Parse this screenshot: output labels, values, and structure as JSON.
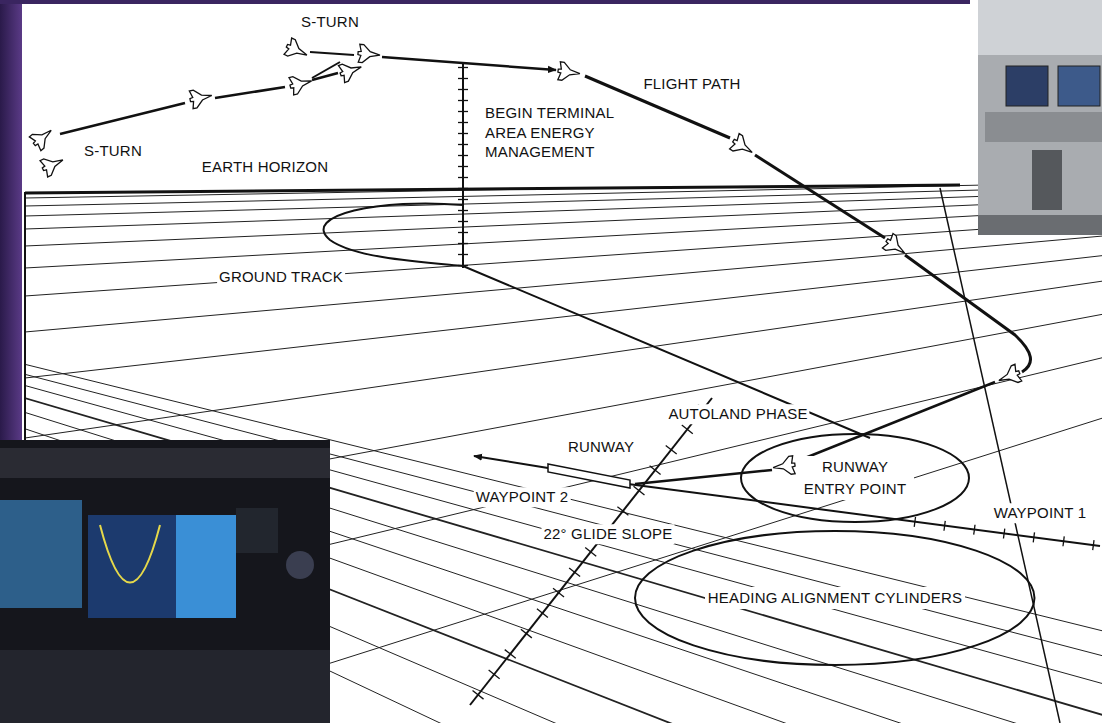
{
  "diagram": {
    "nodes": [
      {
        "text": [
          "RUNWAY ENTRY POINT"
        ]
      },
      {
        "text": [
          "HEADING ALIGNMENT CYLINDERS"
        ]
      }
    ],
    "labels": [
      "S-TURN",
      "FLIGHT PATH",
      "S-TURN",
      "BEGIN TERMINAL AREA ENERGY MANAGEMENT",
      "EARTH HORIZON",
      "GROUND TRACK",
      "AUTOLAND PHASE",
      "RUNWAY",
      "WAYPOINT 2",
      "22° GLIDE SLOPE",
      "WAYPOINT 1"
    ]
  }
}
